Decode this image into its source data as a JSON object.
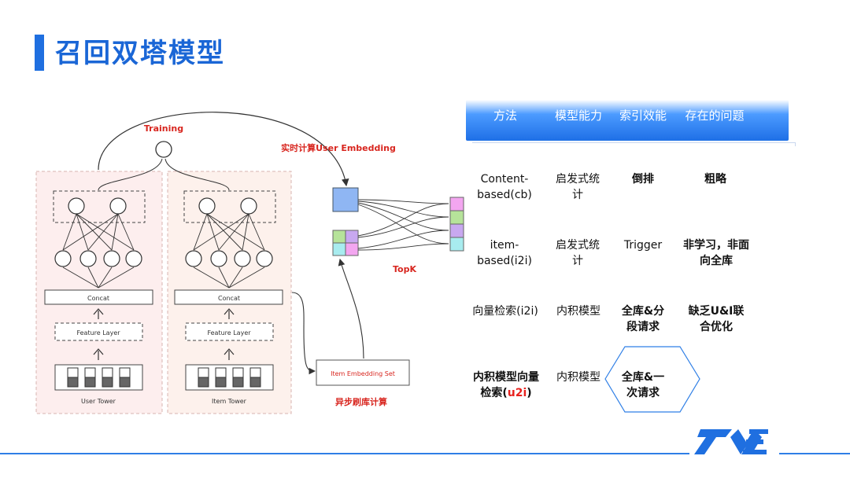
{
  "title": "召回双塔模型",
  "diagram": {
    "training": "Training",
    "realtime": "实时计算User Embedding",
    "topk": "TopK",
    "async": "异步刷库计算",
    "item_set": "Item Embedding Set",
    "left_tower": {
      "concat": "Concat",
      "feature": "Feature Layer",
      "name": "User Tower"
    },
    "right_tower": {
      "concat": "Concat",
      "feature": "Feature Layer",
      "name": "Item Tower"
    },
    "colors": {
      "user_block": "#8fb6f3",
      "cand": [
        "#f3a6f0",
        "#b6e39a",
        "#c8a8f0",
        "#a8ecef"
      ]
    }
  },
  "table": {
    "headers": [
      "方法",
      "模型能力",
      "索引效能",
      "存在的问题"
    ],
    "rows": [
      [
        "Content-based(cb)",
        "启发式统计",
        "倒排",
        "粗略"
      ],
      [
        "item-based(i2i)",
        "启发式统计",
        "Trigger",
        "非学习，非面向全库"
      ],
      [
        "向量检索(i2i)",
        "内积模型",
        "全库&分段请求",
        "缺乏U&I联合优化"
      ],
      [
        "内积模型向量检索(u2i)",
        "内积模型",
        "全库&一次请求",
        ""
      ]
    ],
    "row4_col1_main": "内积模型向量检索(",
    "row4_col1_red": "u2i",
    "row4_col1_end": ")"
  },
  "logo": "TME"
}
